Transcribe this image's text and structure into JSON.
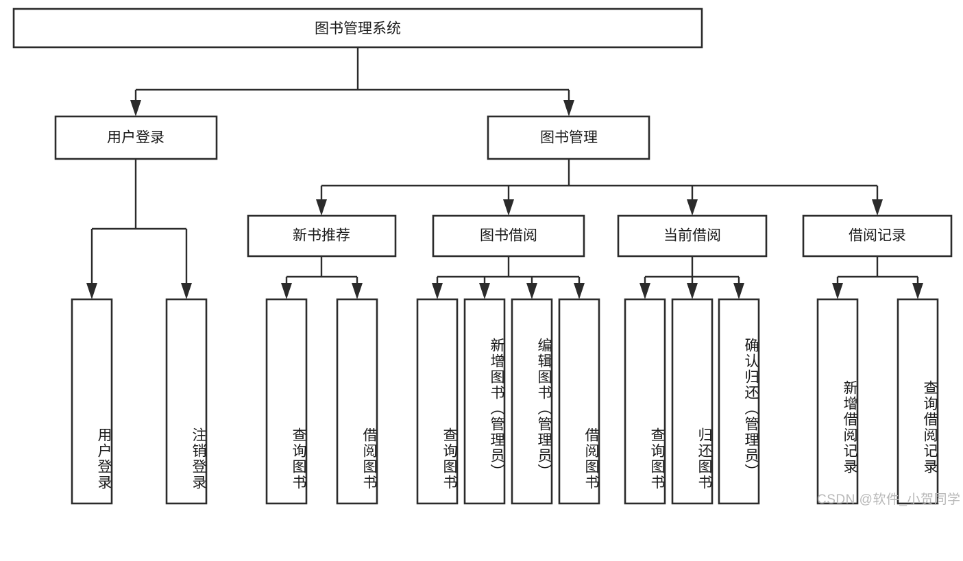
{
  "diagram": {
    "type": "tree-hierarchy",
    "title_node": {
      "label": "图书管理系统"
    },
    "level2": [
      {
        "label": "用户登录"
      },
      {
        "label": "图书管理"
      }
    ],
    "level3": [
      {
        "label": "新书推荐"
      },
      {
        "label": "图书借阅"
      },
      {
        "label": "当前借阅"
      },
      {
        "label": "借阅记录"
      }
    ],
    "leaves": {
      "user_login": [
        {
          "label": "用户登录"
        },
        {
          "label": "注销登录"
        }
      ],
      "new_book_recommend": [
        {
          "label": "查询图书"
        },
        {
          "label": "借阅图书"
        }
      ],
      "book_borrow": [
        {
          "label": "查询图书"
        },
        {
          "label": "新增图书（管理员）"
        },
        {
          "label": "编辑图书（管理员）"
        },
        {
          "label": "借阅图书"
        }
      ],
      "current_borrow": [
        {
          "label": "查询图书"
        },
        {
          "label": "归还图书"
        },
        {
          "label": "确认归还（管理员）"
        }
      ],
      "borrow_record": [
        {
          "label": "新增借阅记录"
        },
        {
          "label": "查询借阅记录"
        }
      ]
    },
    "watermark": "CSDN @软件_小贺同学",
    "colors": {
      "stroke": "#2b2b2b",
      "fill": "#ffffff",
      "text": "#1a1a1a",
      "watermark": "#b8b8b8"
    }
  }
}
